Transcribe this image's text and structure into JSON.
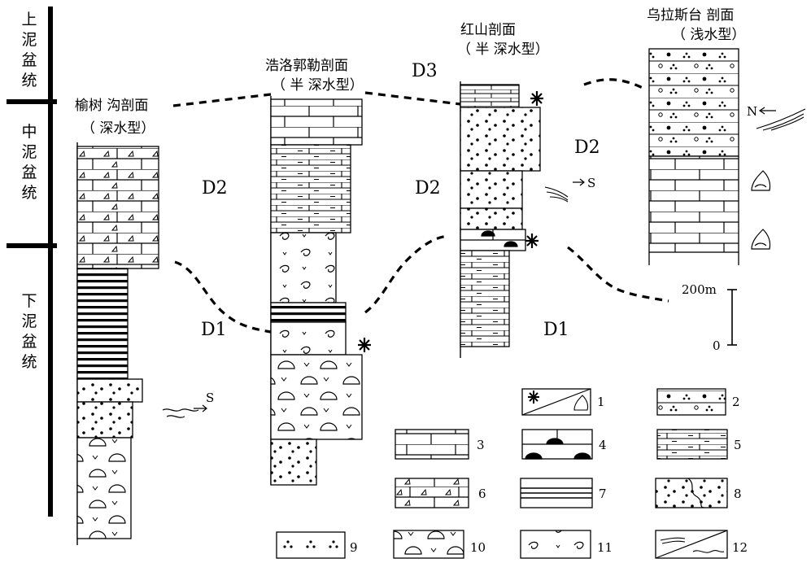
{
  "eras": {
    "upper": [
      "上",
      "泥",
      "盆",
      "统"
    ],
    "middle": [
      "中",
      "泥",
      "盆",
      "统"
    ],
    "lower": [
      "下",
      "泥",
      "盆",
      "统"
    ]
  },
  "sections": {
    "yushu": {
      "title": "榆树 沟剖面",
      "subtitle": "（ 深水型）"
    },
    "haoluo": {
      "title": "浩洛郭勒剖面",
      "subtitle": "（ 半 深水型）"
    },
    "hongshan": {
      "title": "红山剖面",
      "subtitle": "（ 半 深水型）"
    },
    "wulasitai": {
      "title": "乌拉斯台 剖面",
      "subtitle": "（ 浅水型）"
    }
  },
  "stages": {
    "d2_left": "D2",
    "d1_left": "D1",
    "d3_mid": "D3",
    "d2_mid": "D2",
    "d2_right": "D2",
    "d1_right": "D1"
  },
  "markers": {
    "s1": "S",
    "s2": "S",
    "n1": "N"
  },
  "scale": {
    "top": "200m",
    "bottom": "0"
  },
  "legend": [
    "1",
    "2",
    "3",
    "4",
    "5",
    "6",
    "7",
    "8",
    "9",
    "10",
    "11",
    "12"
  ]
}
